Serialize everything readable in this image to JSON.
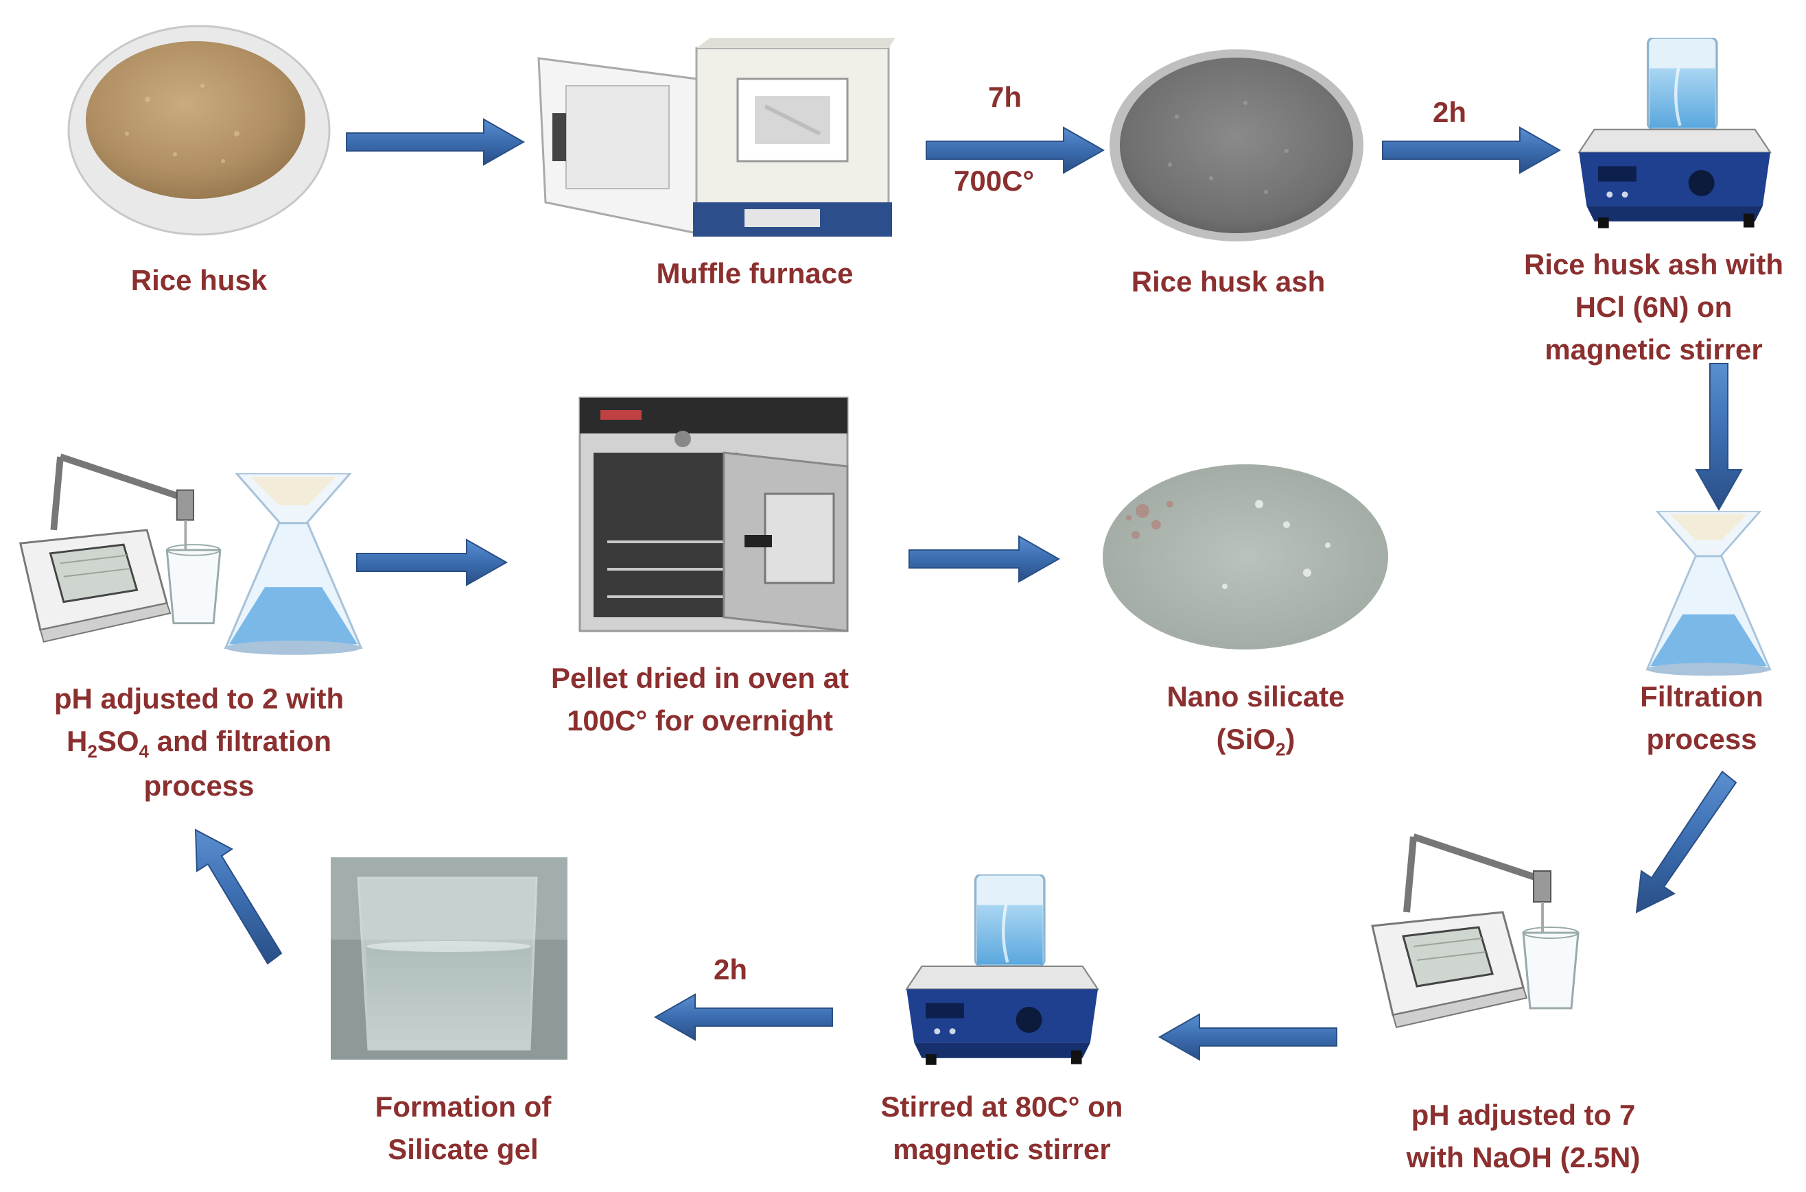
{
  "steps": {
    "rice_husk": "Rice husk",
    "muffle_furnace": "Muffle furnace",
    "rice_husk_ash": "Rice husk ash",
    "hcl_stirrer": [
      "Rice husk ash with",
      "HCl (6N) on",
      "magnetic stirrer"
    ],
    "filtration": [
      "Filtration",
      "process"
    ],
    "ph7": [
      "pH adjusted to 7",
      "with NaOH (2.5N)"
    ],
    "stirred80": [
      "Stirred at 80C° on",
      "magnetic stirrer"
    ],
    "silicate_gel": [
      "Formation  of",
      "Silicate gel"
    ],
    "ph2": [
      "pH adjusted to 2 with",
      "H",
      "2",
      "SO",
      "4",
      " and filtration",
      "process"
    ],
    "oven": [
      "Pellet dried in oven at",
      "100C° for overnight"
    ],
    "nano_silicate": [
      "Nano silicate",
      "(SiO",
      "2",
      ")"
    ]
  },
  "conditions": {
    "furnace_time": "7h",
    "furnace_temp": "700C°",
    "hcl_time": "2h",
    "gel_time": "2h"
  },
  "colors": {
    "arrow": "#3b6db0",
    "arrow_dark": "#2a4f86",
    "label": "#8b2f2f"
  }
}
